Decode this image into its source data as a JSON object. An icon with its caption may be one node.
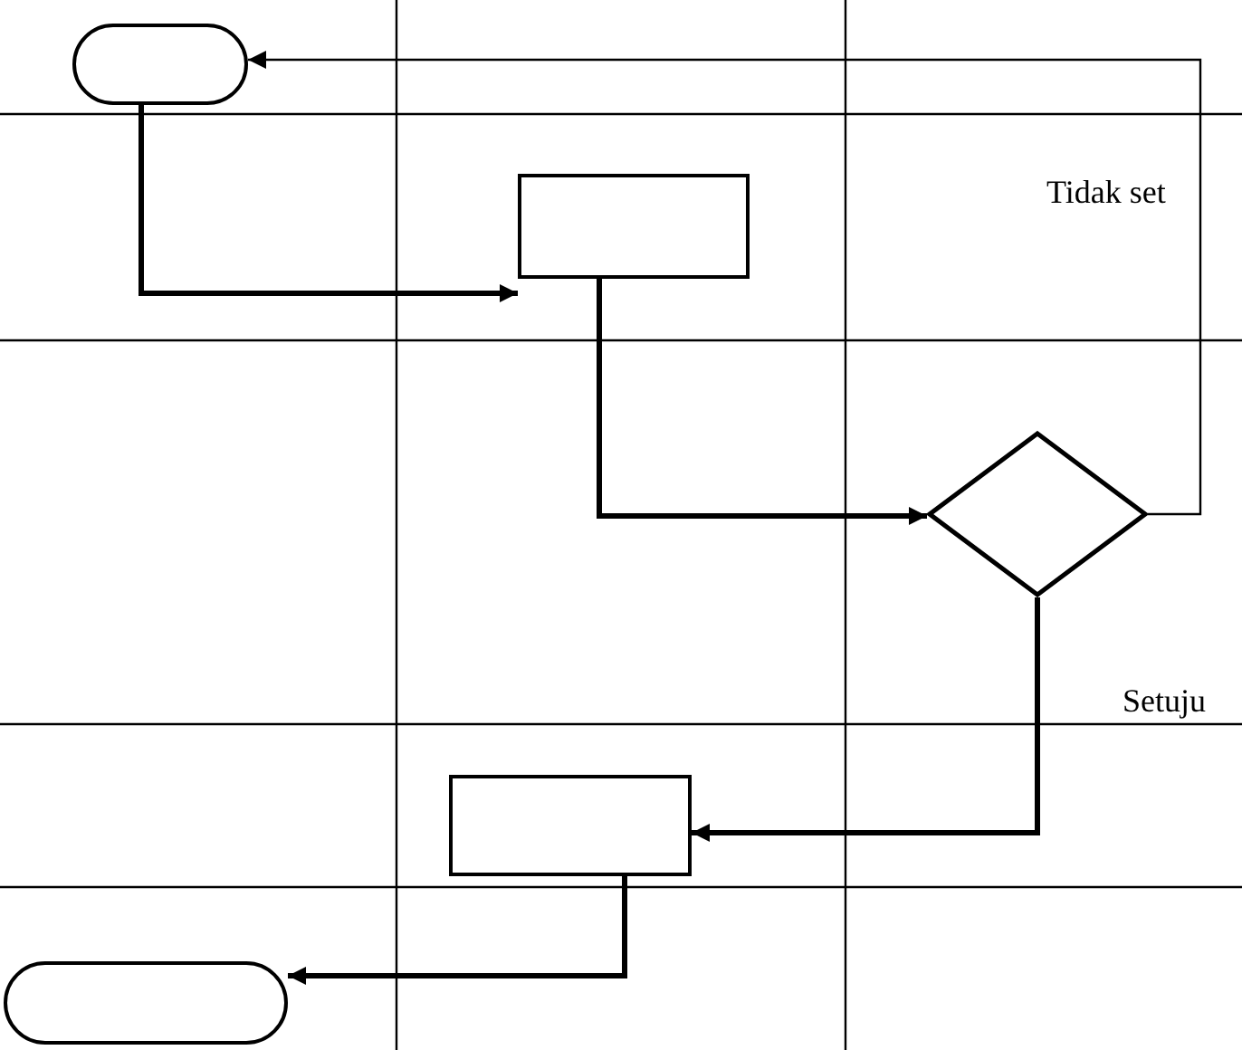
{
  "diagram": {
    "nodes": [
      {
        "text": [],
        "shape": "pill"
      },
      {
        "text": [],
        "shape": "box"
      },
      {
        "text": [],
        "shape": "diamond"
      },
      {
        "text": [],
        "shape": "box"
      },
      {
        "text": [],
        "shape": "pill"
      }
    ],
    "edges": [
      {
        "from": 0,
        "to": 1,
        "arrow": "to"
      },
      {
        "from": 1,
        "to": 2,
        "arrow": "to"
      },
      {
        "from": 2,
        "to": 0,
        "arrow": "to",
        "label": "Tidak set"
      },
      {
        "from": 2,
        "to": 3,
        "arrow": "to",
        "label": "Setuju"
      },
      {
        "from": 3,
        "to": 4,
        "arrow": "to"
      }
    ]
  }
}
